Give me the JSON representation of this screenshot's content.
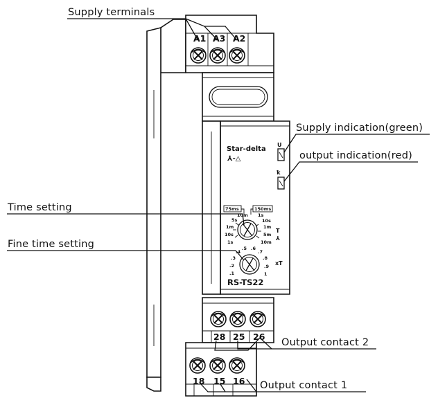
{
  "callouts": {
    "supply_terminals": "Supply terminals",
    "supply_indication": "Supply indication(green)",
    "output_indication": "output indication(red)",
    "time_setting": "Time setting",
    "fine_time_setting": "Fine time setting",
    "output_contact_2": "Output contact 2",
    "output_contact_1": "Output contact 1"
  },
  "terminals": {
    "top": [
      "A1",
      "A3",
      "A2"
    ],
    "middle": [
      "28",
      "25",
      "26"
    ],
    "bottom": [
      "18",
      "15",
      "16"
    ]
  },
  "front_panel": {
    "product": "Star-delta",
    "product_symbol": "⅄-△",
    "model": "RS-TS22",
    "led_u_label": "U",
    "led_r_label": "ꝁ",
    "t_label": "T",
    "t_symbol": "⅄",
    "xt_label": "xT"
  },
  "time_dial": {
    "range_left": "75ms",
    "range_right": "150ms",
    "left_scale": [
      "5s",
      "1m",
      "10s",
      "1s"
    ],
    "right_scale": [
      "1s",
      "10s",
      "1m",
      "5m",
      "10m"
    ],
    "top_scale": "10m"
  },
  "fine_dial": {
    "scale": [
      ".1",
      ".2",
      ".3",
      ".4",
      ".5",
      ".6",
      ".7",
      ".8",
      ".9",
      "1"
    ]
  }
}
